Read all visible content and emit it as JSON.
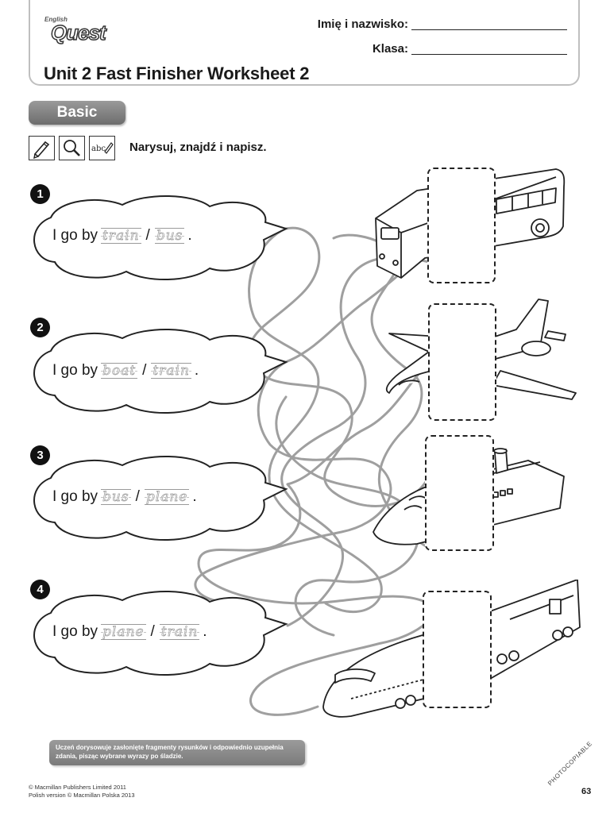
{
  "header": {
    "logo_small": "English",
    "logo_big": "Quest",
    "name_label": "Imię i nazwisko:",
    "class_label": "Klasa:",
    "title": "Unit 2 Fast Finisher Worksheet 2"
  },
  "section": {
    "level": "Basic"
  },
  "instruction": {
    "icons": [
      "pencil-icon",
      "magnifier-icon",
      "abc-write-icon"
    ],
    "icon_abc_text": "abc",
    "text": "Narysuj, znajdź i napisz."
  },
  "exercises": [
    {
      "number": "1",
      "prefix": "I go by",
      "option_a": "train",
      "option_b": "bus",
      "sep": "/",
      "end": "."
    },
    {
      "number": "2",
      "prefix": "I go by",
      "option_a": "boat",
      "option_b": "train",
      "sep": "/",
      "end": "."
    },
    {
      "number": "3",
      "prefix": "I go by",
      "option_a": "bus",
      "option_b": "plane",
      "sep": "/",
      "end": "."
    },
    {
      "number": "4",
      "prefix": "I go by",
      "option_a": "plane",
      "option_b": "train",
      "sep": "/",
      "end": "."
    }
  ],
  "vehicles": [
    "bus",
    "plane",
    "ship",
    "train"
  ],
  "teacher_note": "Uczeń dorysowuje zasłonięte fragmenty rysunków i odpowiednio uzupełnia zdania, pisząc wybrane wyrazy po śladzie.",
  "footer": {
    "copyright_1": "© Macmillan Publishers Limited 2011",
    "copyright_2": "Polish version © Macmillan Polska 2013",
    "photocopiable": "PHOTOCOPIABLE",
    "page": "63"
  }
}
